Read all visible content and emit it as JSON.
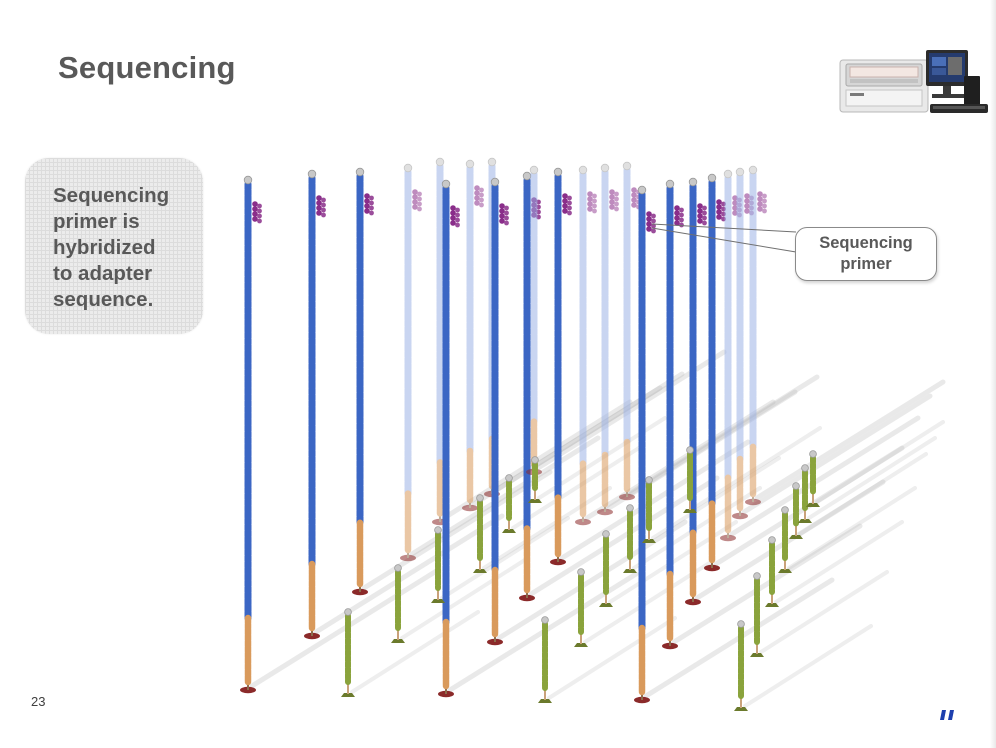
{
  "slide": {
    "title": "Sequencing",
    "page_number": "23"
  },
  "callout": {
    "text": "Sequencing\nprimer is\nhybridized\nto adapter\nsequence."
  },
  "label": {
    "text": "Sequencing\nprimer"
  },
  "colors": {
    "title_text": "#595959",
    "strand_dark": "#3b66c4",
    "strand_light": "#9db3e6",
    "adapter": "#d99a5c",
    "anchor": "#8b2a2a",
    "primer": "#8a2e8a",
    "short_strand": "#8aa33c",
    "cap": "#c8c8c8"
  },
  "icons": {
    "instrument": "sequencer-instrument-icon",
    "corner": "logo-corner-mark-icon"
  }
}
